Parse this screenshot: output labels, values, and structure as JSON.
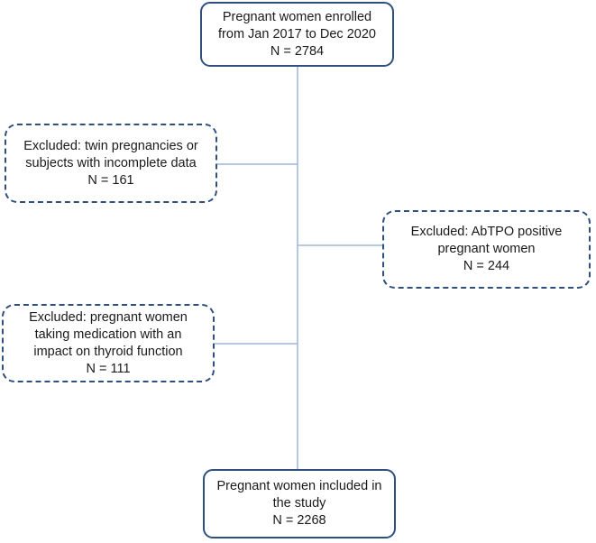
{
  "boxes": {
    "enrolled": {
      "lines": [
        "Pregnant women enrolled",
        "from Jan 2017 to Dec 2020",
        "N = 2784"
      ]
    },
    "excluded_twin": {
      "lines": [
        "Excluded: twin pregnancies or",
        "subjects with incomplete data",
        "N = 161"
      ]
    },
    "excluded_abtpo": {
      "lines": [
        "Excluded: AbTPO positive",
        "pregnant women",
        "N = 244"
      ]
    },
    "excluded_medication": {
      "lines": [
        "Excluded: pregnant women",
        "taking medication with an",
        "impact on thyroid function",
        "N = 111"
      ]
    },
    "included": {
      "lines": [
        "Pregnant women included in",
        "the study",
        "N = 2268"
      ]
    }
  },
  "colors": {
    "box_border": "#2f4f7f",
    "connector": "#9fb7d9"
  }
}
